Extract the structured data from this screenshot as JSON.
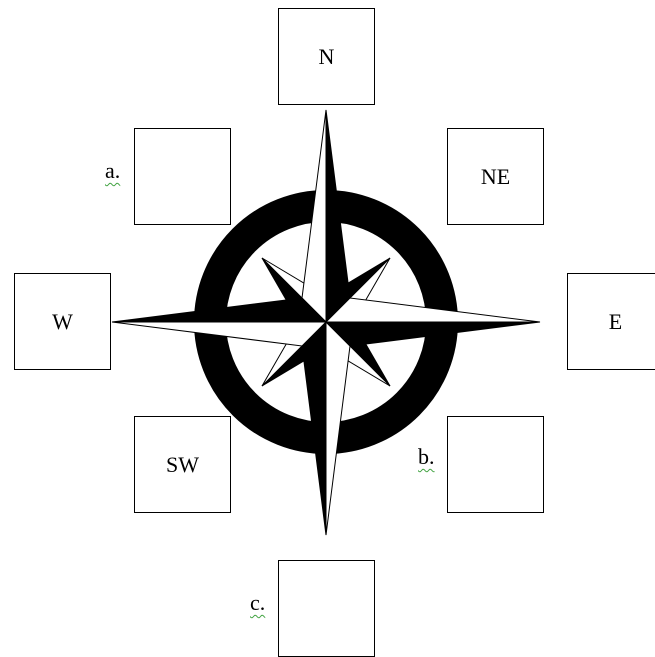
{
  "boxes": {
    "north": "N",
    "northeast": "NE",
    "west": "W",
    "east": "E",
    "southwest": "SW",
    "northwest": "",
    "southeast": "",
    "south": ""
  },
  "labels": {
    "a": "a.",
    "b": "b.",
    "c": "c."
  },
  "colors": {
    "ink": "#000000",
    "paper": "#ffffff",
    "spellcheck": "#3fa23f"
  }
}
